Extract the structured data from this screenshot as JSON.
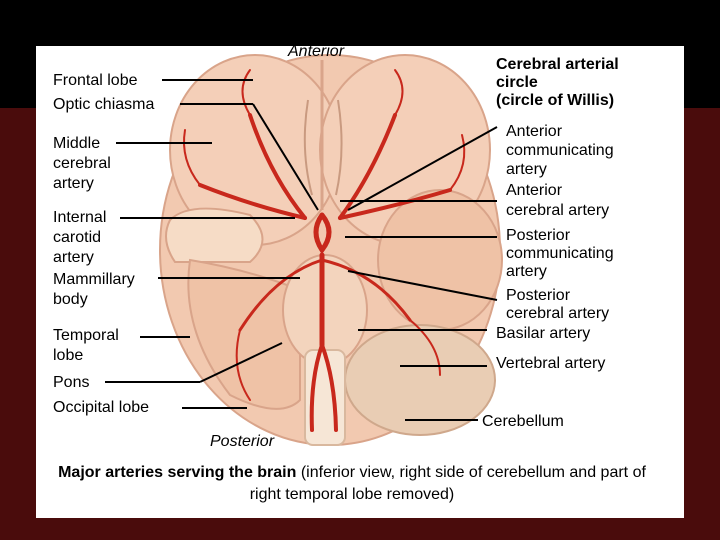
{
  "labels": {
    "anterior": "Anterior",
    "posterior": "Posterior",
    "frontal_lobe": "Frontal lobe",
    "optic_chiasma": "Optic chiasma",
    "middle_cerebral_artery": "Middle\ncerebral\nartery",
    "internal_carotid_artery": "Internal\ncarotid\nartery",
    "mammillary_body": "Mammillary\nbody",
    "temporal_lobe": "Temporal\nlobe",
    "pons": "Pons",
    "occipital_lobe": "Occipital lobe",
    "cerebral_arterial_circle": "Cerebral arterial\ncircle\n(circle of Willis)",
    "anterior_communicating_artery": "Anterior\ncommunicating\nartery",
    "anterior_cerebral_artery": "Anterior\ncerebral artery",
    "posterior_communicating_artery": "Posterior\ncommunicating\nartery",
    "posterior_cerebral_artery": "Posterior\ncerebral artery",
    "basilar_artery": "Basilar artery",
    "vertebral_artery": "Vertebral artery",
    "cerebellum": "Cerebellum"
  },
  "caption": {
    "bold": "Major arteries serving the brain",
    "rest": " (inferior view, right side of cerebellum and part of right temporal lobe removed)"
  },
  "colors": {
    "background_top": "#000000",
    "background_band": "#4a0c0c",
    "panel": "#ffffff",
    "brain_tissue": "#f2c9b0",
    "artery": "#c8281c"
  }
}
